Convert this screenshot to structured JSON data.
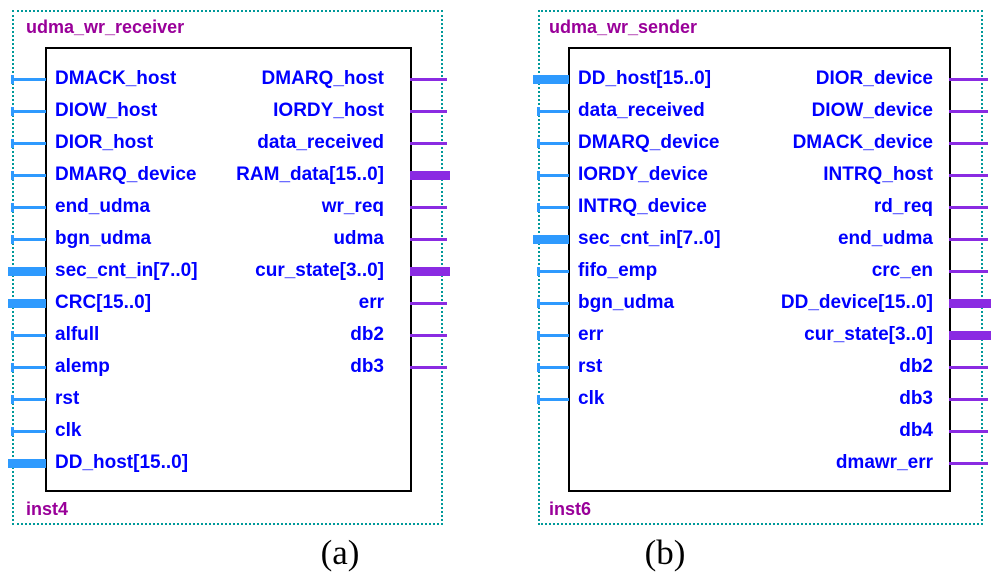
{
  "figure": {
    "colors": {
      "input_pin": "#2e9afe",
      "output_pin": "#8a2be2",
      "port_text": "#0000ff",
      "title_text": "#990099",
      "boundary": "#009999",
      "body_border": "#000000"
    },
    "blocks": [
      {
        "title": "udma_wr_receiver",
        "instance": "inst4",
        "caption": "(a)",
        "inputs": [
          {
            "label": "DMACK_host",
            "bus": false
          },
          {
            "label": "DIOW_host",
            "bus": false
          },
          {
            "label": "DIOR_host",
            "bus": false
          },
          {
            "label": "DMARQ_device",
            "bus": false
          },
          {
            "label": "end_udma",
            "bus": false
          },
          {
            "label": "bgn_udma",
            "bus": false
          },
          {
            "label": "sec_cnt_in[7..0]",
            "bus": true
          },
          {
            "label": "CRC[15..0]",
            "bus": true
          },
          {
            "label": "alfull",
            "bus": false
          },
          {
            "label": "alemp",
            "bus": false
          },
          {
            "label": "rst",
            "bus": false
          },
          {
            "label": "clk",
            "bus": false
          },
          {
            "label": "DD_host[15..0]",
            "bus": true
          }
        ],
        "outputs": [
          {
            "label": "DMARQ_host",
            "bus": false
          },
          {
            "label": "IORDY_host",
            "bus": false
          },
          {
            "label": "data_received",
            "bus": false
          },
          {
            "label": "RAM_data[15..0]",
            "bus": true
          },
          {
            "label": "wr_req",
            "bus": false
          },
          {
            "label": "udma",
            "bus": false
          },
          {
            "label": "cur_state[3..0]",
            "bus": true
          },
          {
            "label": "err",
            "bus": false
          },
          {
            "label": "db2",
            "bus": false
          },
          {
            "label": "db3",
            "bus": false
          }
        ]
      },
      {
        "title": "udma_wr_sender",
        "instance": "inst6",
        "caption": "(b)",
        "inputs": [
          {
            "label": "DD_host[15..0]",
            "bus": true
          },
          {
            "label": "data_received",
            "bus": false
          },
          {
            "label": "DMARQ_device",
            "bus": false
          },
          {
            "label": "IORDY_device",
            "bus": false
          },
          {
            "label": "INTRQ_device",
            "bus": false
          },
          {
            "label": "sec_cnt_in[7..0]",
            "bus": true
          },
          {
            "label": "fifo_emp",
            "bus": false
          },
          {
            "label": "bgn_udma",
            "bus": false
          },
          {
            "label": "err",
            "bus": false
          },
          {
            "label": "rst",
            "bus": false
          },
          {
            "label": "clk",
            "bus": false
          }
        ],
        "outputs": [
          {
            "label": "DIOR_device",
            "bus": false
          },
          {
            "label": "DIOW_device",
            "bus": false
          },
          {
            "label": "DMACK_device",
            "bus": false
          },
          {
            "label": "INTRQ_host",
            "bus": false
          },
          {
            "label": "rd_req",
            "bus": false
          },
          {
            "label": "end_udma",
            "bus": false
          },
          {
            "label": "crc_en",
            "bus": false
          },
          {
            "label": "DD_device[15..0]",
            "bus": true
          },
          {
            "label": "cur_state[3..0]",
            "bus": true
          },
          {
            "label": "db2",
            "bus": false
          },
          {
            "label": "db3",
            "bus": false
          },
          {
            "label": "db4",
            "bus": false
          },
          {
            "label": "dmawr_err",
            "bus": false
          }
        ]
      }
    ]
  }
}
